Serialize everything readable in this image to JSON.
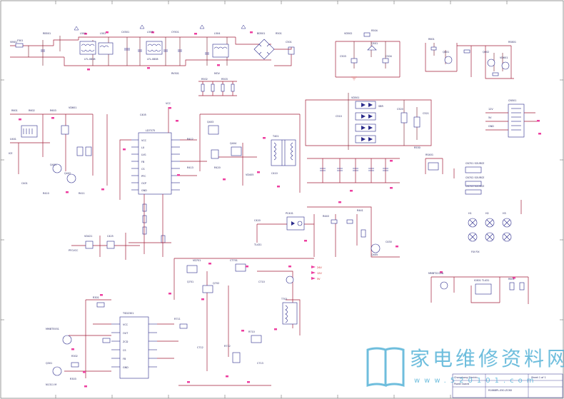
{
  "watermark": {
    "text_cn": "家电维修资料网",
    "text_en": "www.520101.com",
    "color": "#56b3d8"
  },
  "labels": {
    "ic_pfc": "TSD2301",
    "ic_main": "LD7575",
    "output_12v": "12V",
    "output_5v": "5V",
    "output_24v": "24V"
  },
  "title_block": {
    "company": "Changhong Electric",
    "board": "Power board",
    "sheet": "Sheet 1 of 1",
    "doc": "R1668PL-050-ZCN5"
  },
  "colors": {
    "wire": "#a41f3a",
    "component": "#2b2b8c",
    "text": "#2a2a66",
    "highlight": "#ee3fa0"
  }
}
